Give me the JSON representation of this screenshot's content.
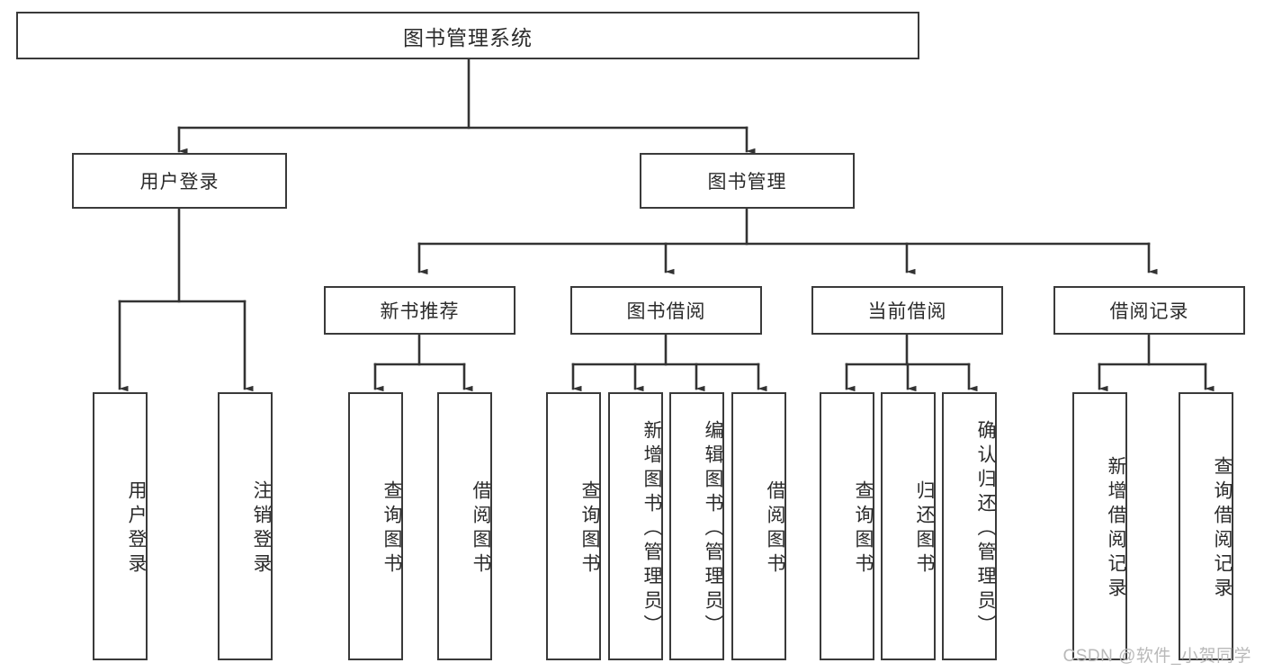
{
  "diagram": {
    "title": "图书管理系统",
    "type": "hierarchy-tree",
    "watermark": "CSDN @软件_小贺同学",
    "colors": {
      "box_border": "#3a3a3a",
      "box_fill": "#ffffff",
      "connector": "#333333",
      "text": "#2b2b2b",
      "watermark": "#b9b9b9"
    },
    "levels": {
      "root": {
        "label": "图书管理系统"
      },
      "level2": [
        {
          "label": "用户登录"
        },
        {
          "label": "图书管理"
        }
      ],
      "level3": [
        {
          "label": "新书推荐"
        },
        {
          "label": "图书借阅"
        },
        {
          "label": "当前借阅"
        },
        {
          "label": "借阅记录"
        }
      ],
      "leaves": {
        "user_login": [
          {
            "label": "用户登录"
          },
          {
            "label": "注销登录"
          }
        ],
        "new_book_recommend": [
          {
            "label": "查询图书"
          },
          {
            "label": "借阅图书"
          }
        ],
        "book_borrow": [
          {
            "label": "查询图书"
          },
          {
            "label": "新增图书（管理员）"
          },
          {
            "label": "编辑图书（管理员）"
          },
          {
            "label": "借阅图书"
          }
        ],
        "current_borrow": [
          {
            "label": "查询图书"
          },
          {
            "label": "归还图书"
          },
          {
            "label": "确认归还（管理员）"
          }
        ],
        "borrow_record": [
          {
            "label": "新增借阅记录"
          },
          {
            "label": "查询借阅记录"
          }
        ]
      }
    }
  }
}
